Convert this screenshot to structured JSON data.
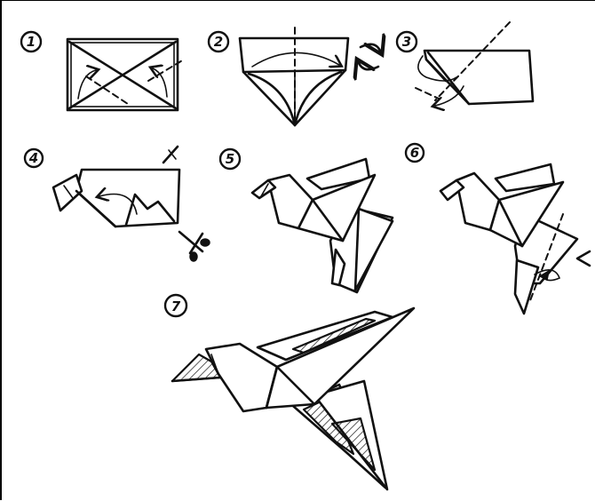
{
  "steps": [
    {
      "number": "1"
    },
    {
      "number": "2"
    },
    {
      "number": "3"
    },
    {
      "number": "4"
    },
    {
      "number": "5"
    },
    {
      "number": "6"
    },
    {
      "number": "7"
    }
  ],
  "icons": [
    "fold-arrow-icon",
    "turn-over-icon",
    "scissors-icon",
    "valley-fold-line",
    "pleat-icon"
  ],
  "colors": {
    "ink": "#111111",
    "paper": "#ffffff"
  }
}
